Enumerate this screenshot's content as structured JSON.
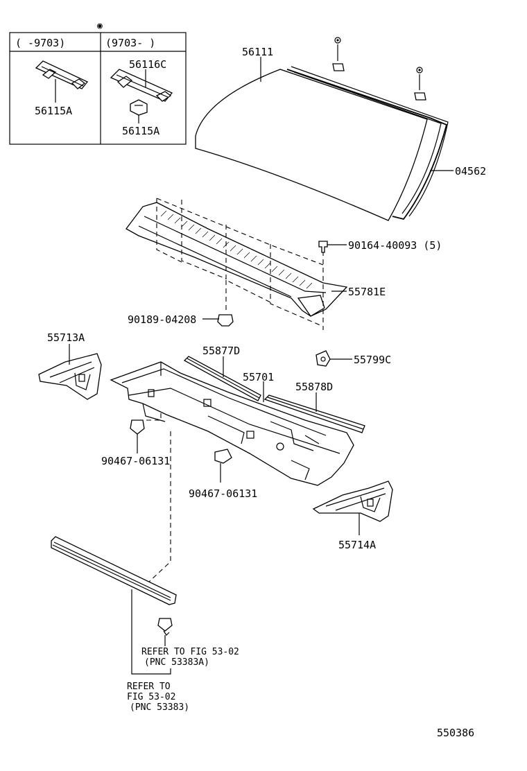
{
  "inset": {
    "marker": "◉",
    "col_left": "(   -9703)",
    "col_right": "(9703-   )",
    "left_part": "56115A",
    "right_top_part": "56116C",
    "right_bottom_part": "56115A"
  },
  "parts": {
    "windshield": "56111",
    "molding": "04562",
    "bolt": "90164-40093 (5)",
    "cowl_top": "55781E",
    "clip_mid": "90189-04208",
    "clip_right": "55799C",
    "side_left": "55713A",
    "seal_upper": "55877D",
    "cowl_panel": "55701",
    "seal_right": "55878D",
    "clip_left": "90467-06131",
    "clip_center": "90467-06131",
    "side_right": "55714A"
  },
  "refer": {
    "ref1_line1": "REFER TO FIG 53-02",
    "ref1_line2": "(PNC 53383A)",
    "ref2_line1": "REFER TO",
    "ref2_line2": "FIG 53-02",
    "ref2_line3": "(PNC 53383)"
  },
  "figure_number": "550386"
}
